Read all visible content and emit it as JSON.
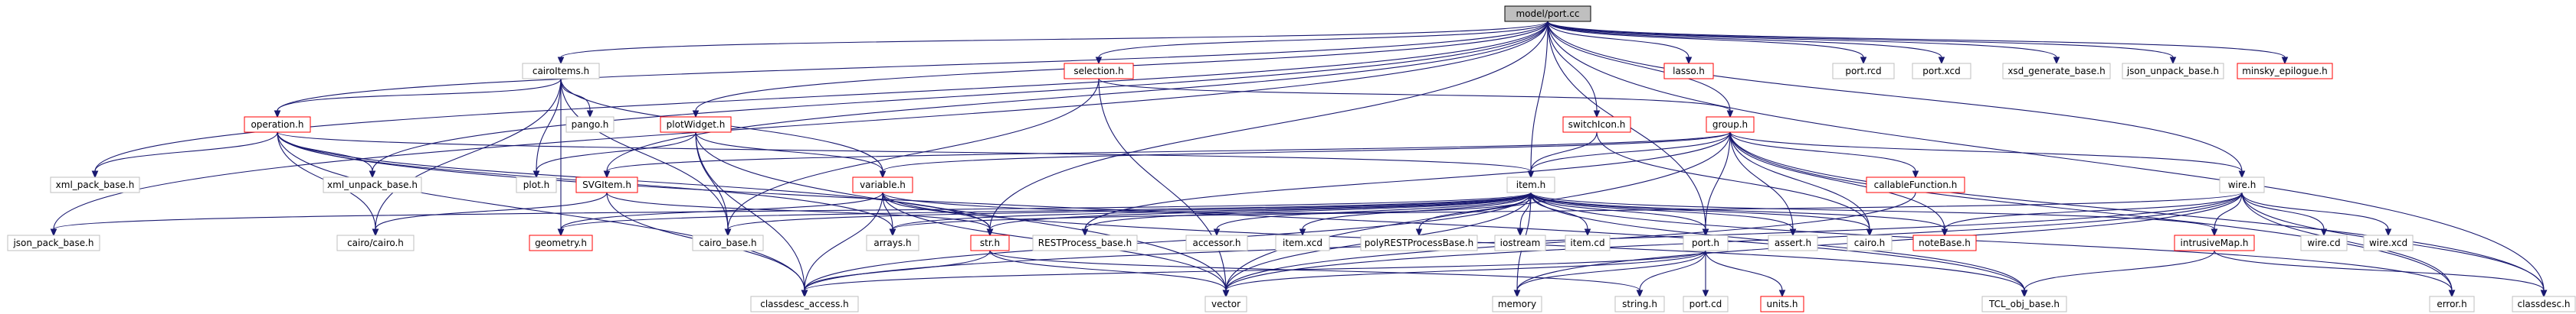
{
  "colors": {
    "edge": "#191970",
    "node_border": "#bfbfbf",
    "node_border_missing": "#ff0000",
    "node_fill": "#ffffff",
    "root_fill": "#bfbfbf",
    "root_border": "#000000"
  },
  "nodes": [
    {
      "id": "root",
      "label": "model/port.cc",
      "kind": "root"
    },
    {
      "id": "cairoItems",
      "label": "cairoItems.h",
      "kind": "normal"
    },
    {
      "id": "selection",
      "label": "selection.h",
      "kind": "missing"
    },
    {
      "id": "lasso",
      "label": "lasso.h",
      "kind": "missing"
    },
    {
      "id": "portrcd",
      "label": "port.rcd",
      "kind": "normal"
    },
    {
      "id": "portxcd",
      "label": "port.xcd",
      "kind": "normal"
    },
    {
      "id": "xsdgen",
      "label": "xsd_generate_base.h",
      "kind": "normal"
    },
    {
      "id": "jsonunpack",
      "label": "json_unpack_base.h",
      "kind": "normal"
    },
    {
      "id": "minskyepi",
      "label": "minsky_epilogue.h",
      "kind": "missing"
    },
    {
      "id": "operation",
      "label": "operation.h",
      "kind": "missing"
    },
    {
      "id": "pango",
      "label": "pango.h",
      "kind": "normal"
    },
    {
      "id": "plotWidget",
      "label": "plotWidget.h",
      "kind": "missing"
    },
    {
      "id": "switchIcon",
      "label": "switchIcon.h",
      "kind": "missing"
    },
    {
      "id": "group",
      "label": "group.h",
      "kind": "missing"
    },
    {
      "id": "xmlpack",
      "label": "xml_pack_base.h",
      "kind": "normal"
    },
    {
      "id": "xmlunpack",
      "label": "xml_unpack_base.h",
      "kind": "normal"
    },
    {
      "id": "ploth",
      "label": "plot.h",
      "kind": "normal"
    },
    {
      "id": "svgitem",
      "label": "SVGItem.h",
      "kind": "missing"
    },
    {
      "id": "variable",
      "label": "variable.h",
      "kind": "missing"
    },
    {
      "id": "itemh",
      "label": "item.h",
      "kind": "normal"
    },
    {
      "id": "callable",
      "label": "callableFunction.h",
      "kind": "missing"
    },
    {
      "id": "wire",
      "label": "wire.h",
      "kind": "normal"
    },
    {
      "id": "jsonpack",
      "label": "json_pack_base.h",
      "kind": "normal"
    },
    {
      "id": "cairocairo",
      "label": "cairo/cairo.h",
      "kind": "normal"
    },
    {
      "id": "geometry",
      "label": "geometry.h",
      "kind": "missing"
    },
    {
      "id": "cairobase",
      "label": "cairo_base.h",
      "kind": "normal"
    },
    {
      "id": "arrays",
      "label": "arrays.h",
      "kind": "normal"
    },
    {
      "id": "str",
      "label": "str.h",
      "kind": "missing"
    },
    {
      "id": "restprocess",
      "label": "RESTProcess_base.h",
      "kind": "normal"
    },
    {
      "id": "accessor",
      "label": "accessor.h",
      "kind": "normal"
    },
    {
      "id": "itemxcd",
      "label": "item.xcd",
      "kind": "normal"
    },
    {
      "id": "polyrest",
      "label": "polyRESTProcessBase.h",
      "kind": "normal"
    },
    {
      "id": "iostream",
      "label": "iostream",
      "kind": "normal"
    },
    {
      "id": "itemcd",
      "label": "item.cd",
      "kind": "normal"
    },
    {
      "id": "porth",
      "label": "port.h",
      "kind": "normal"
    },
    {
      "id": "asserth",
      "label": "assert.h",
      "kind": "normal"
    },
    {
      "id": "cairoh",
      "label": "cairo.h",
      "kind": "normal"
    },
    {
      "id": "notebase",
      "label": "noteBase.h",
      "kind": "missing"
    },
    {
      "id": "intrusive",
      "label": "intrusiveMap.h",
      "kind": "missing"
    },
    {
      "id": "wirecd",
      "label": "wire.cd",
      "kind": "normal"
    },
    {
      "id": "wirexcd",
      "label": "wire.xcd",
      "kind": "normal"
    },
    {
      "id": "classdescaccess",
      "label": "classdesc_access.h",
      "kind": "normal"
    },
    {
      "id": "vector",
      "label": "vector",
      "kind": "normal"
    },
    {
      "id": "memory",
      "label": "memory",
      "kind": "normal"
    },
    {
      "id": "stringh",
      "label": "string.h",
      "kind": "normal"
    },
    {
      "id": "portcd",
      "label": "port.cd",
      "kind": "normal"
    },
    {
      "id": "units",
      "label": "units.h",
      "kind": "missing"
    },
    {
      "id": "tclobj",
      "label": "TCL_obj_base.h",
      "kind": "normal"
    },
    {
      "id": "errorh",
      "label": "error.h",
      "kind": "normal"
    },
    {
      "id": "classdesc",
      "label": "classdesc.h",
      "kind": "normal"
    }
  ],
  "edges": [
    [
      "root",
      "cairoItems"
    ],
    [
      "root",
      "selection"
    ],
    [
      "root",
      "lasso"
    ],
    [
      "root",
      "portrcd"
    ],
    [
      "root",
      "portxcd"
    ],
    [
      "root",
      "xsdgen"
    ],
    [
      "root",
      "jsonunpack"
    ],
    [
      "root",
      "minskyepi"
    ],
    [
      "root",
      "operation"
    ],
    [
      "root",
      "plotWidget"
    ],
    [
      "root",
      "switchIcon"
    ],
    [
      "root",
      "group"
    ],
    [
      "root",
      "xmlpack"
    ],
    [
      "root",
      "xmlunpack"
    ],
    [
      "root",
      "svgitem"
    ],
    [
      "root",
      "itemh"
    ],
    [
      "root",
      "wire"
    ],
    [
      "root",
      "jsonpack"
    ],
    [
      "root",
      "str"
    ],
    [
      "root",
      "porth"
    ],
    [
      "root",
      "classdesc"
    ],
    [
      "cairoItems",
      "operation"
    ],
    [
      "cairoItems",
      "pango"
    ],
    [
      "cairoItems",
      "ploth"
    ],
    [
      "cairoItems",
      "variable"
    ],
    [
      "cairoItems",
      "cairocairo"
    ],
    [
      "cairoItems",
      "geometry"
    ],
    [
      "cairoItems",
      "cairobase"
    ],
    [
      "selection",
      "group"
    ],
    [
      "selection",
      "cairobase"
    ],
    [
      "selection",
      "vector"
    ],
    [
      "operation",
      "xmlpack"
    ],
    [
      "operation",
      "xmlunpack"
    ],
    [
      "operation",
      "itemh"
    ],
    [
      "operation",
      "cairocairo"
    ],
    [
      "operation",
      "classdescaccess"
    ],
    [
      "operation",
      "arrays"
    ],
    [
      "operation",
      "str"
    ],
    [
      "operation",
      "tclobj"
    ],
    [
      "plotWidget",
      "ploth"
    ],
    [
      "plotWidget",
      "variable"
    ],
    [
      "plotWidget",
      "cairobase"
    ],
    [
      "plotWidget",
      "classdescaccess"
    ],
    [
      "plotWidget",
      "vector"
    ],
    [
      "switchIcon",
      "itemh"
    ],
    [
      "switchIcon",
      "cairoh"
    ],
    [
      "group",
      "svgitem"
    ],
    [
      "group",
      "variable"
    ],
    [
      "group",
      "itemh"
    ],
    [
      "group",
      "callable"
    ],
    [
      "group",
      "wire"
    ],
    [
      "group",
      "porth"
    ],
    [
      "group",
      "asserth"
    ],
    [
      "group",
      "cairoh"
    ],
    [
      "group",
      "notebase"
    ],
    [
      "group",
      "vector"
    ],
    [
      "group",
      "errorh"
    ],
    [
      "group",
      "classdesc"
    ],
    [
      "group",
      "restprocess"
    ],
    [
      "svgitem",
      "cairocairo"
    ],
    [
      "svgitem",
      "classdescaccess"
    ],
    [
      "svgitem",
      "str"
    ],
    [
      "variable",
      "itemh"
    ],
    [
      "variable",
      "classdescaccess"
    ],
    [
      "variable",
      "arrays"
    ],
    [
      "variable",
      "str"
    ],
    [
      "variable",
      "geometry"
    ],
    [
      "variable",
      "vector"
    ],
    [
      "variable",
      "tclobj"
    ],
    [
      "itemh",
      "str"
    ],
    [
      "itemh",
      "restprocess"
    ],
    [
      "itemh",
      "accessor"
    ],
    [
      "itemh",
      "itemxcd"
    ],
    [
      "itemh",
      "polyrest"
    ],
    [
      "itemh",
      "iostream"
    ],
    [
      "itemh",
      "itemcd"
    ],
    [
      "itemh",
      "porth"
    ],
    [
      "itemh",
      "asserth"
    ],
    [
      "itemh",
      "cairoh"
    ],
    [
      "itemh",
      "notebase"
    ],
    [
      "itemh",
      "intrusive"
    ],
    [
      "itemh",
      "cairobase"
    ],
    [
      "itemh",
      "arrays"
    ],
    [
      "itemh",
      "geometry"
    ],
    [
      "itemh",
      "jsonpack"
    ],
    [
      "itemh",
      "classdescaccess"
    ],
    [
      "itemh",
      "memory"
    ],
    [
      "itemh",
      "vector"
    ],
    [
      "itemh",
      "tclobj"
    ],
    [
      "itemh",
      "errorh"
    ],
    [
      "callable",
      "vector"
    ],
    [
      "wire",
      "intrusive"
    ],
    [
      "wire",
      "wirecd"
    ],
    [
      "wire",
      "wirexcd"
    ],
    [
      "wire",
      "notebase"
    ],
    [
      "wire",
      "classdescaccess"
    ],
    [
      "wire",
      "vector"
    ],
    [
      "wire",
      "memory"
    ],
    [
      "wire",
      "errorh"
    ],
    [
      "wire",
      "classdesc"
    ],
    [
      "wire",
      "arrays"
    ],
    [
      "str",
      "vector"
    ],
    [
      "str",
      "stringh"
    ],
    [
      "str",
      "classdescaccess"
    ],
    [
      "porth",
      "classdescaccess"
    ],
    [
      "porth",
      "vector"
    ],
    [
      "porth",
      "memory"
    ],
    [
      "porth",
      "portcd"
    ],
    [
      "porth",
      "units"
    ],
    [
      "porth",
      "stringh"
    ],
    [
      "intrusive",
      "tclobj"
    ],
    [
      "intrusive",
      "classdesc"
    ]
  ]
}
